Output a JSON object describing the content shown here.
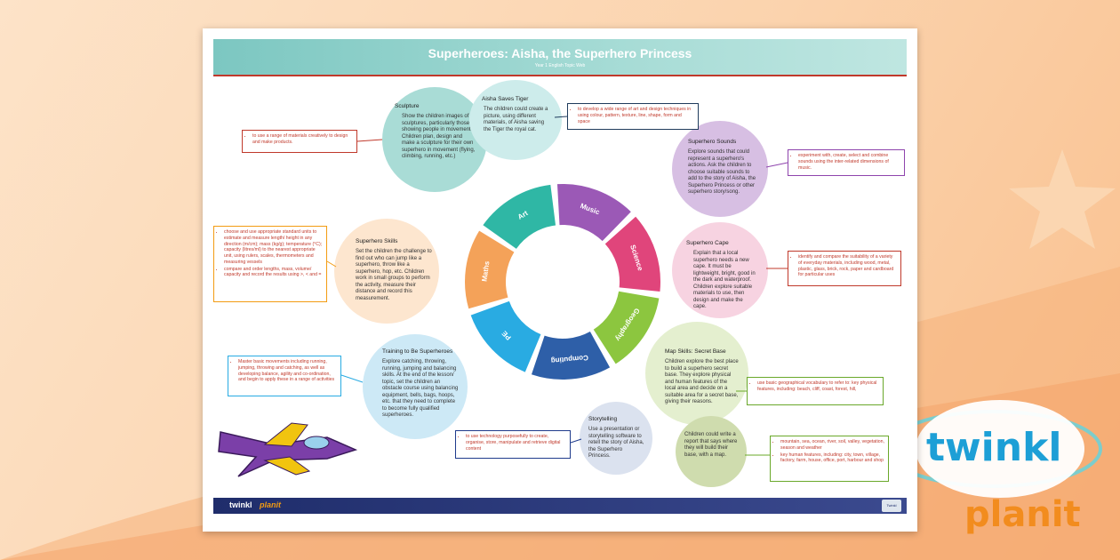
{
  "poster": {
    "title": "Superheroes: Aisha, the Superhero Princess",
    "subtitle": "Year 1 English Topic Web",
    "footer_logo": "twinkl",
    "footer_planit": "planit",
    "footer_badge": "Twinkl"
  },
  "wheel": [
    {
      "label": "Art",
      "color": "#2fb7a5"
    },
    {
      "label": "Music",
      "color": "#9b59b6"
    },
    {
      "label": "Science",
      "color": "#e0457b"
    },
    {
      "label": "Geography",
      "color": "#8cc63f"
    },
    {
      "label": "Computing",
      "color": "#2e5fa8"
    },
    {
      "label": "PE",
      "color": "#29abe2"
    },
    {
      "label": "Maths",
      "color": "#f4a259"
    }
  ],
  "bubbles": {
    "sculpture": {
      "title": "Sculpture",
      "body": "Show the children images of sculptures, particularly those showing people in movement. Children plan, design and make a sculpture for their own superhero in movement (flying, climbing, running, etc.)",
      "color": "#a9dcd6"
    },
    "tiger": {
      "title": "Aisha Saves Tiger",
      "body": "The children could create a picture, using different materials, of Aisha saving the Tiger the royal cat.",
      "color": "#cdeceb"
    },
    "sounds": {
      "title": "Superhero Sounds",
      "body": "Explore sounds that could represent a superhero's actions. Ask the children to choose suitable sounds to add to the story of Aisha, the Superhero Princess or other superhero story/song.",
      "color": "#d7bfe3"
    },
    "cape": {
      "title": "Superhero Cape",
      "body": "Explain that a local superhero needs a new cape. It must be lightweight, bright, good in the dark and waterproof. Children explore suitable materials to use, then design and make the cape.",
      "color": "#f7d3e1"
    },
    "skills": {
      "title": "Superhero Skills",
      "body": "Set the children the challenge to find out who can jump like a superhero, throw like a superhero, hop, etc. Children work in small groups to perform the activity, measure their distance and record this measurement.",
      "color": "#fde6cf"
    },
    "training": {
      "title": "Training to Be Superheroes",
      "body": "Explore catching, throwing, running, jumping and balancing skills. At the end of the lesson/ topic, set the children an obstacle course using balancing equipment, bells, bags, hoops, etc. that they need to complete to become fully qualified superheroes.",
      "color": "#cde9f6"
    },
    "map": {
      "title": "Map Skills: Secret Base",
      "body": "Children explore the best place to build a superhero secret base. They explore physical and human features of the local area and decide on a suitable area for a secret base, giving their reasons.",
      "color": "#e4efcf"
    },
    "report": {
      "title": "",
      "body": "Children could write a report that says where they will build their base, with a map.",
      "color": "#cfdcae"
    },
    "storytelling": {
      "title": "Storytelling",
      "body": "Use a presentation or storytelling software to retell the story of Aisha, the Superhero Princess.",
      "color": "#dbe2ef"
    }
  },
  "objectives": {
    "art_left": {
      "items": [
        "to use a range of materials creatively to design and make products."
      ],
      "color": "#c0392b"
    },
    "art_right": {
      "items": [
        "to develop a wide range of art and design techniques in using colour, pattern, texture, line, shape, form and space"
      ],
      "color": "#1f3b5c"
    },
    "music": {
      "items": [
        "experiment with, create, select and combine sounds using the inter-related dimensions of music."
      ],
      "color": "#8e44ad"
    },
    "science": {
      "items": [
        "identify and compare the suitability of a variety of everyday materials, including wood, metal, plastic, glass, brick, rock, paper and cardboard for particular uses"
      ],
      "color": "#c0392b"
    },
    "maths": {
      "items": [
        "choose and use appropriate standard units to estimate and measure length/ height in any direction (m/cm); mass (kg/g); temperature (°C); capacity (litres/ml) to the nearest appropriate unit, using rulers, scales, thermometers and measuring vessels",
        "compare and order lengths, mass, volume/ capacity and record the results using >, < and ="
      ],
      "color": "#f39c12"
    },
    "pe": {
      "items": [
        "Master basic movements including running, jumping, throwing and catching, as well as developing balance, agility and co-ordination, and begin to apply these in a range of activities"
      ],
      "color": "#29abe2"
    },
    "geo1": {
      "items": [
        "use basic geographical vocabulary to refer to: key physical features, including: beach, cliff, coast, forest, hill,"
      ],
      "color": "#6aa82a"
    },
    "geo2": {
      "items": [
        "mountain, sea, ocean, river, soil, valley, vegetation, season and weather",
        "key human features, including: city, town, village, factory, farm, house, office, port, harbour and shop"
      ],
      "color": "#6aa82a"
    },
    "computing": {
      "items": [
        "to use technology purposefully to create, organise, store, manipulate and retrieve digital content"
      ],
      "color": "#1f3b8c"
    }
  },
  "brand": {
    "twinkl": "twinkl",
    "planit": "planit"
  }
}
